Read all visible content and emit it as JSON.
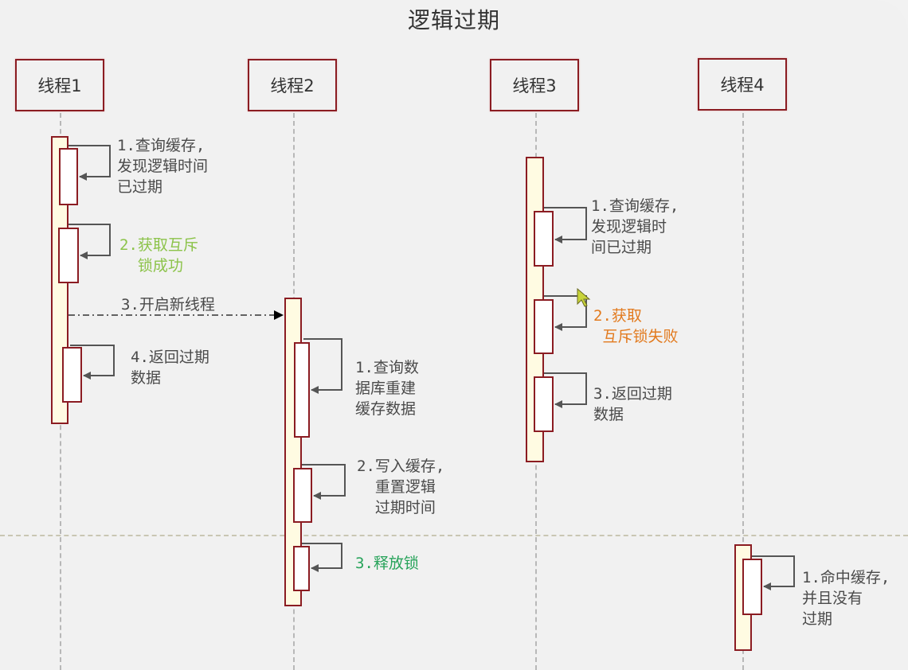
{
  "diagram": {
    "title": "逻辑过期",
    "colors": {
      "actor_border": "#8b1c22",
      "activation_fill": "#fffbe2",
      "note_default": "#4a4a4a",
      "note_success_light": "#8cc34a",
      "note_failure": "#e27a1e",
      "note_success": "#27a35a",
      "divider": "#c9c6b3"
    },
    "actors": [
      {
        "label": "线程1"
      },
      {
        "label": "线程2"
      },
      {
        "label": "线程3"
      },
      {
        "label": "线程4"
      }
    ],
    "messages": {
      "t1_step1": "1.查询缓存,\n发现逻辑时间\n已过期",
      "t1_step2": "2.获取互斥\n  锁成功",
      "t1_step3": "3.开启新线程",
      "t1_step4": "4.返回过期\n数据",
      "t2_step1": "1.查询数\n据库重建\n缓存数据",
      "t2_step2": "2.写入缓存,\n  重置逻辑\n  过期时间",
      "t2_step3": "3.释放锁",
      "t3_step1": "1.查询缓存,\n发现逻辑时\n间已过期",
      "t3_step2": "2.获取\n 互斥锁失败",
      "t3_step3": "3.返回过期\n数据",
      "t4_step1": "1.命中缓存,\n并且没有\n过期"
    },
    "icons": {
      "self_arrow": "self-call-arrow",
      "async_arrow": "dash-dot-arrow",
      "cursor": "mouse-pointer"
    }
  }
}
